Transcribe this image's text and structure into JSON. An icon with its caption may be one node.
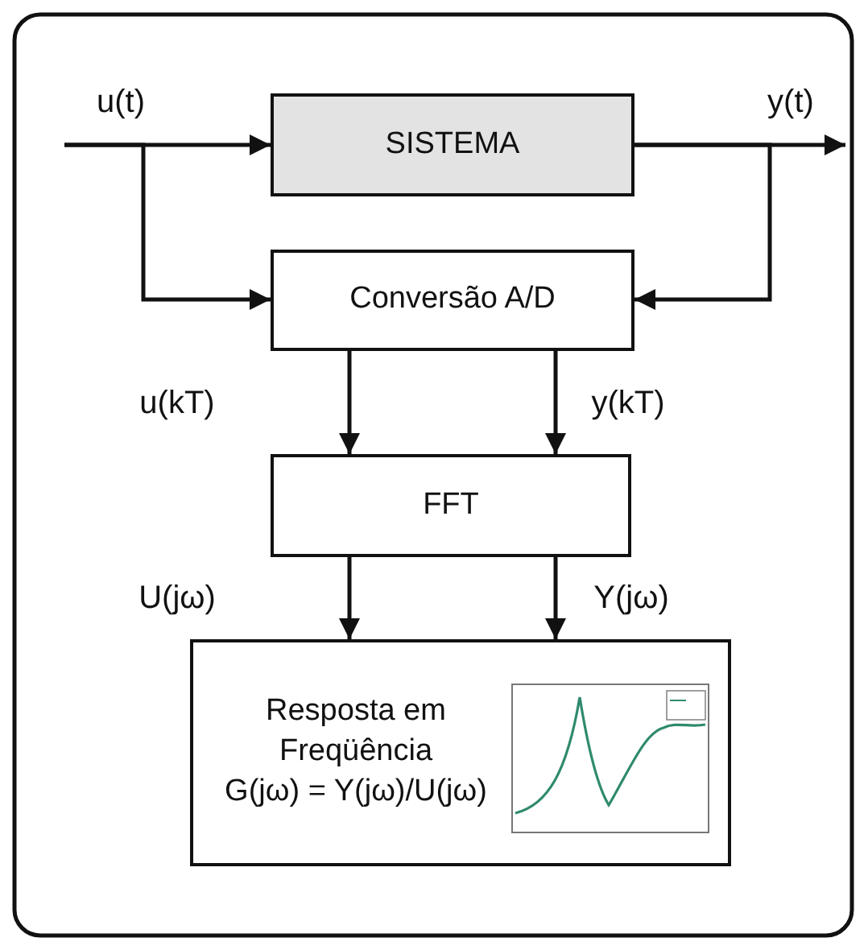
{
  "diagram": {
    "nodes": [
      {
        "text": [
          "SISTEMA"
        ]
      },
      {
        "text": [
          "Conversão A/D"
        ]
      },
      {
        "text": [
          "FFT"
        ]
      },
      {
        "text": [
          "Resposta em Freqüência",
          "G(jω) = Y(jω)/U(jω)"
        ]
      }
    ],
    "edges": [
      {
        "from": null,
        "to": 0,
        "arrow": "to",
        "label": "u(t)"
      },
      {
        "from": null,
        "to": 1,
        "arrow": "to"
      },
      {
        "from": 0,
        "to": null,
        "arrow": "to",
        "label": "y(t)"
      },
      {
        "from": 0,
        "to": 1,
        "arrow": "to"
      },
      {
        "from": 1,
        "to": 2,
        "arrow": "to",
        "label": "u(kT)"
      },
      {
        "from": 1,
        "to": 2,
        "arrow": "to",
        "label": "y(kT)"
      },
      {
        "from": 2,
        "to": 3,
        "arrow": "to",
        "label": "U(jω)"
      },
      {
        "from": 2,
        "to": 3,
        "arrow": "to",
        "label": "Y(jω)"
      }
    ]
  }
}
